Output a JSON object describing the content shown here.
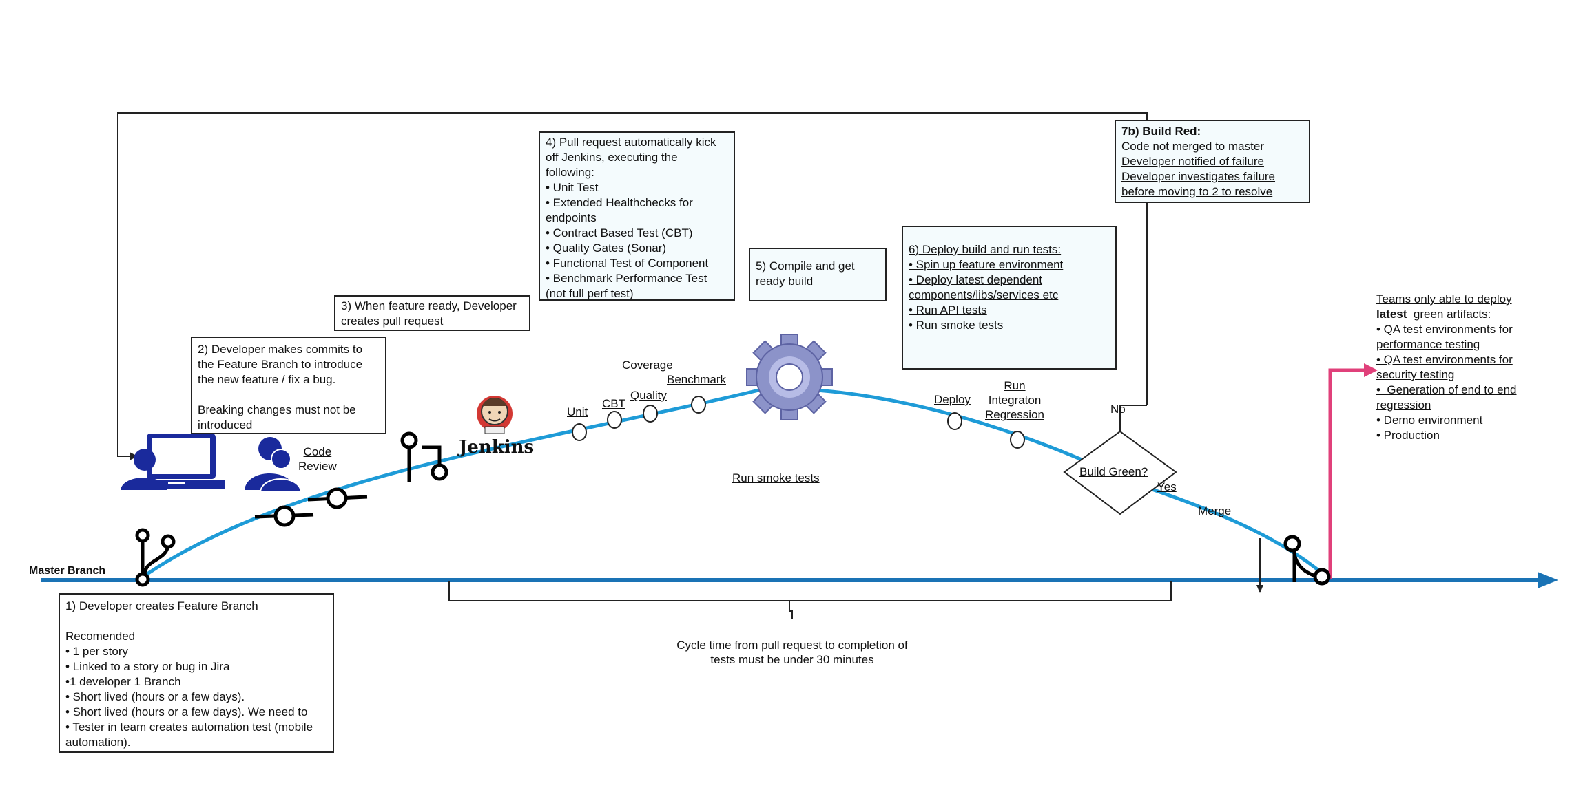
{
  "master_branch_label": "Master Branch",
  "box1": {
    "lines": [
      "1) Developer creates Feature Branch",
      "",
      "Recomended",
      "• 1 per story",
      "• Linked to a story or bug in Jira",
      "•1 developer  1 Branch",
      "• Short lived (hours or a few days).",
      "• Short lived (hours or a few days). We need to",
      "• Tester in team creates automation test (mobile",
      "automation)."
    ]
  },
  "box2": {
    "lines": [
      "2) Developer makes commits to",
      "the Feature Branch to introduce",
      "the new feature / fix a bug.",
      "",
      "Breaking changes must not be",
      "introduced"
    ]
  },
  "box3": {
    "lines": [
      "3) When feature ready, Developer",
      "creates pull request"
    ]
  },
  "box4": {
    "lines": [
      "4) Pull request automatically kick",
      "off Jenkins, executing the",
      "following:",
      "• Unit Test",
      "• Extended Healthchecks for",
      "endpoints",
      "• Contract Based Test (CBT)",
      "• Quality Gates (Sonar)",
      "• Functional Test of Component",
      "• Benchmark Performance Test",
      "(not full perf test)"
    ]
  },
  "box5": {
    "lines": [
      "5) Compile and get",
      "ready build"
    ]
  },
  "box6": {
    "lines": [
      "6) Deploy build and run tests:",
      "• Spin up feature environment",
      "• Deploy latest dependent",
      "components/libs/services etc",
      "• Run API tests",
      "• Run smoke tests"
    ]
  },
  "box7b": {
    "title": "7b) Build Red:",
    "lines": [
      "Code not merged to master",
      "Developer notified of failure",
      "Developer investigates failure",
      "before moving to 2 to resolve"
    ]
  },
  "teams": {
    "line1": "Teams only able to deploy",
    "bold": "latest",
    "line2_rest": "  green artifacts:",
    "lines": [
      "• QA test environments for",
      "performance testing",
      "• QA test environments for",
      "security testing",
      "•  Generation of end to end",
      "regression",
      "• Demo environment",
      "• Production"
    ]
  },
  "labels": {
    "code_review": [
      "Code",
      "Review"
    ],
    "jenkins": "Jenkins",
    "unit": "Unit",
    "cbt": "CBT",
    "quality": "Quality",
    "coverage": "Coverage",
    "benchmark": "Benchmark",
    "run_smoke": "Run smoke tests",
    "deploy": "Deploy",
    "run_regression": [
      "Run",
      "Integraton",
      "Regression"
    ],
    "no": "No",
    "build_green": "Build Green?",
    "yes": "Yes",
    "merge": "Merge",
    "cycle_time": [
      "Cycle time from pull request to completion of",
      "tests must be under 30 minutes"
    ]
  },
  "colors": {
    "curve": "#1e9bd7",
    "master_line": "#1a73b5",
    "pink_arrow": "#e0407a",
    "person": "#1a2a9c",
    "gear": "#8c93c9"
  }
}
